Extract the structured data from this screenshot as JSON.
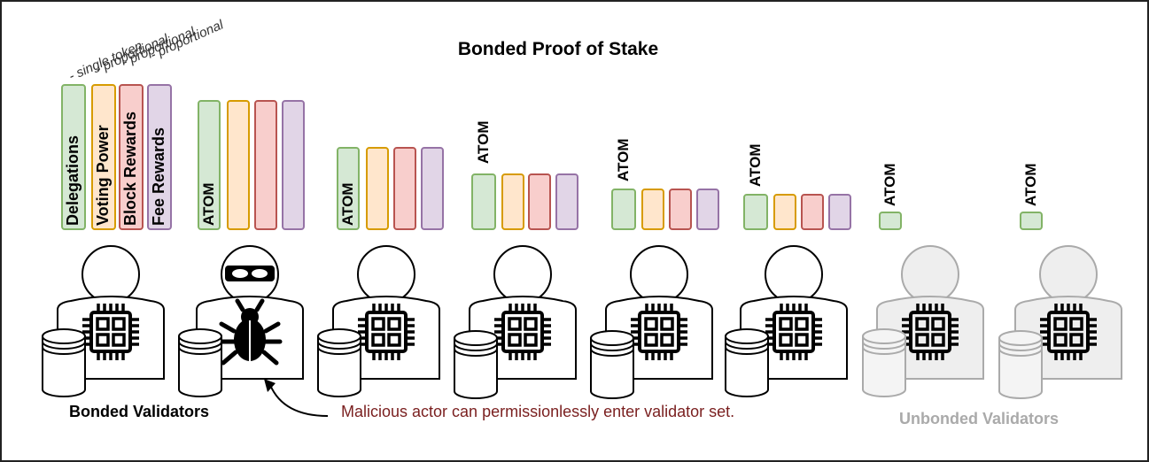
{
  "title": "Bonded Proof of Stake",
  "legend_annotations": [
    "- single token",
    "- proportional",
    "- proportional",
    "- proportional"
  ],
  "bar_labels": [
    "Delegations",
    "Voting Power",
    "Block Rewards",
    "Fee Rewards"
  ],
  "token_label": "ATOM",
  "footer": {
    "bonded": "Bonded Validators",
    "unbonded": "Unbonded Validators",
    "malicious": "Malicious actor can permissionlessly enter validator set."
  },
  "colors": {
    "delegations": "#d5e8d4",
    "delegations_stroke": "#82b366",
    "voting": "#ffe6cc",
    "voting_stroke": "#d79b00",
    "block": "#f8cecc",
    "block_stroke": "#b85450",
    "fee": "#e1d5e7",
    "fee_stroke": "#9673a6",
    "malicious_text": "#7a1f1f",
    "unbonded_text": "#aaaaaa"
  },
  "icons": [
    "person-icon",
    "ninja-mask-icon",
    "bug-icon",
    "cpu-chip-icon",
    "database-icon",
    "curved-arrow-icon"
  ]
}
